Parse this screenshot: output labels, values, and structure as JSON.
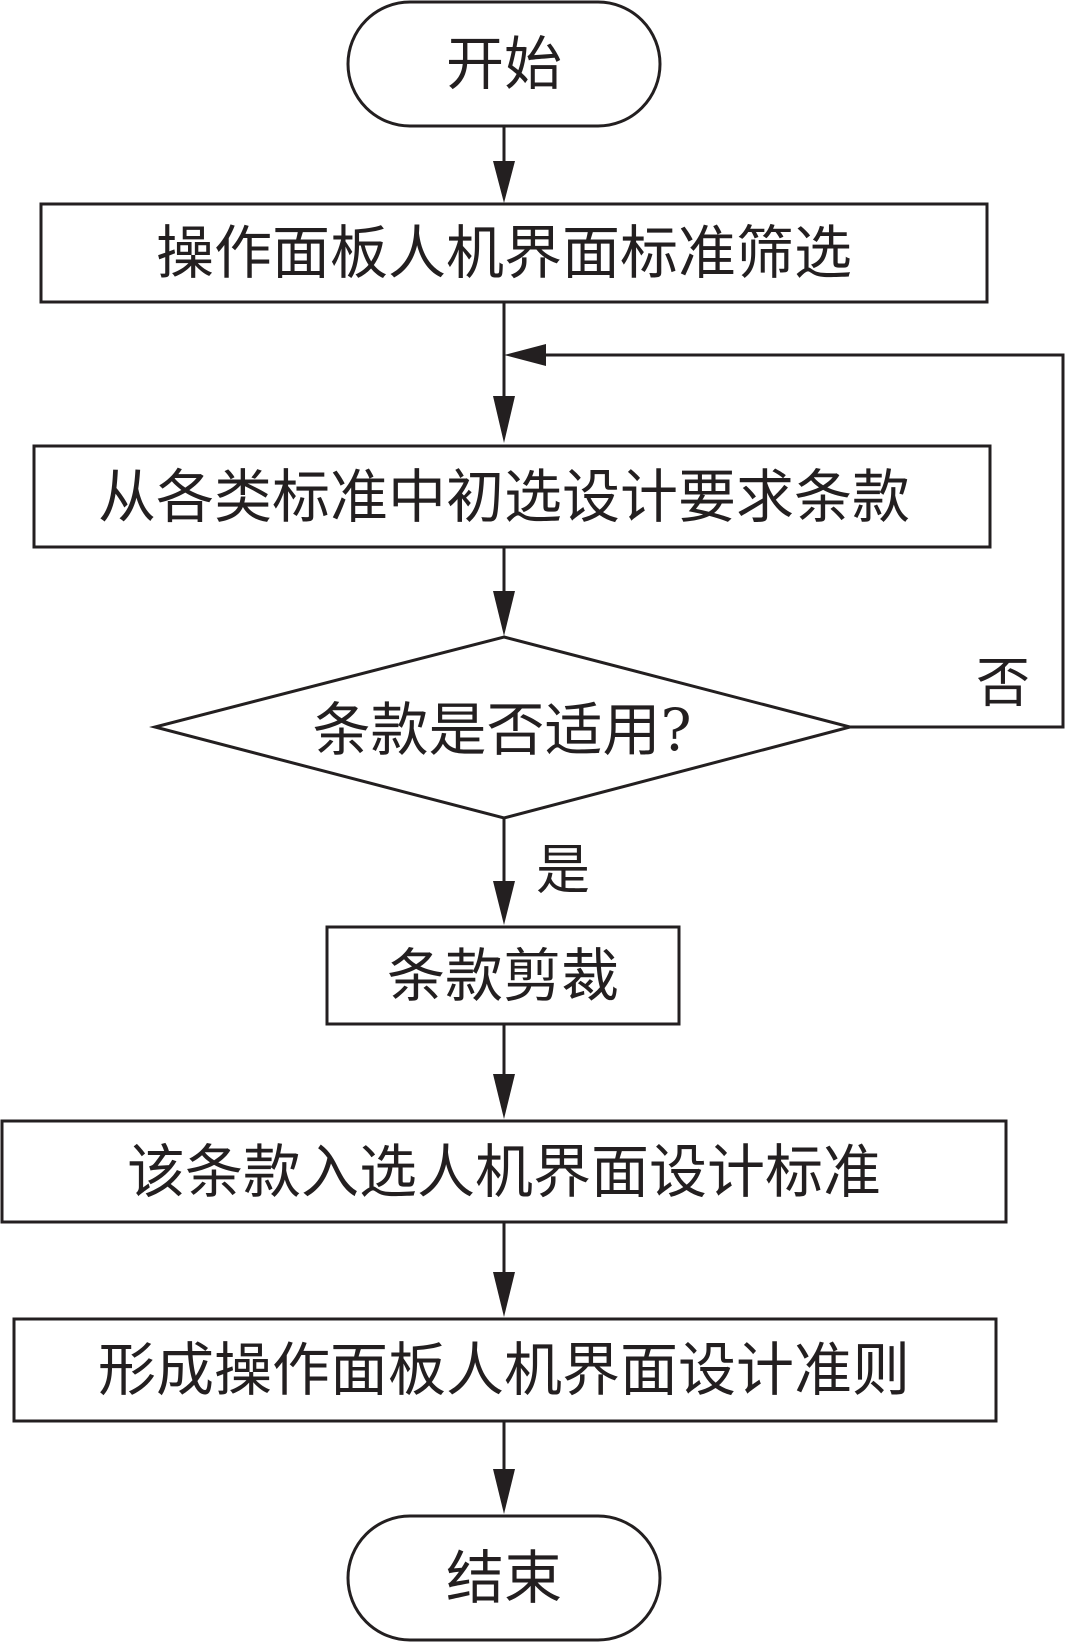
{
  "flowchart": {
    "start": "开始",
    "step1": "操作面板人机界面标准筛选",
    "step2": "从各类标准中初选设计要求条款",
    "decision": "条款是否适用?",
    "no_label": "否",
    "yes_label": "是",
    "step3": "条款剪裁",
    "step4": "该条款入选人机界面设计标准",
    "step5": "形成操作面板人机界面设计准则",
    "end": "结束"
  },
  "colors": {
    "line": "#231f20",
    "fill": "#ffffff"
  }
}
